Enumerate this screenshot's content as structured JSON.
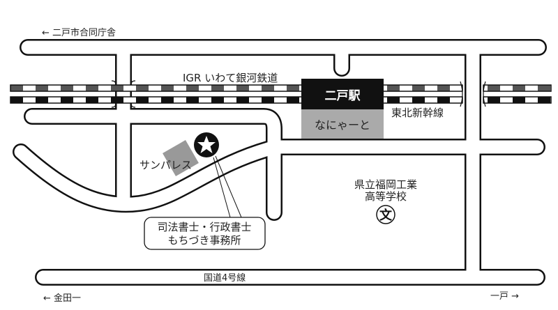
{
  "labels": {
    "north_direction": "← 二戸市合同庁舎",
    "railway_igr": "IGR いわて銀河鉄道",
    "station": "二戸駅",
    "station_facility": "なにゃーと",
    "shinkansen": "東北新幹線",
    "sunpalace": "サンパレス",
    "school_line1": "県立福岡工業",
    "school_line2": "高等学校",
    "school_symbol": "文",
    "office_line1": "司法書士・行政書士",
    "office_line2": "もちづき事務所",
    "route4": "国道4号線",
    "west_direction": "← 金田一",
    "east_direction": "一戸 →"
  },
  "colors": {
    "road_outline": "#111111",
    "road_fill": "#ffffff",
    "station": "#111111",
    "facility": "#aaaaaa",
    "rail_igr": "#555555",
    "rail_shinkansen": "#111111",
    "landmark": "#999999"
  },
  "icons": {
    "office_marker": "star-in-circle-icon",
    "school": "school-bun-icon"
  }
}
